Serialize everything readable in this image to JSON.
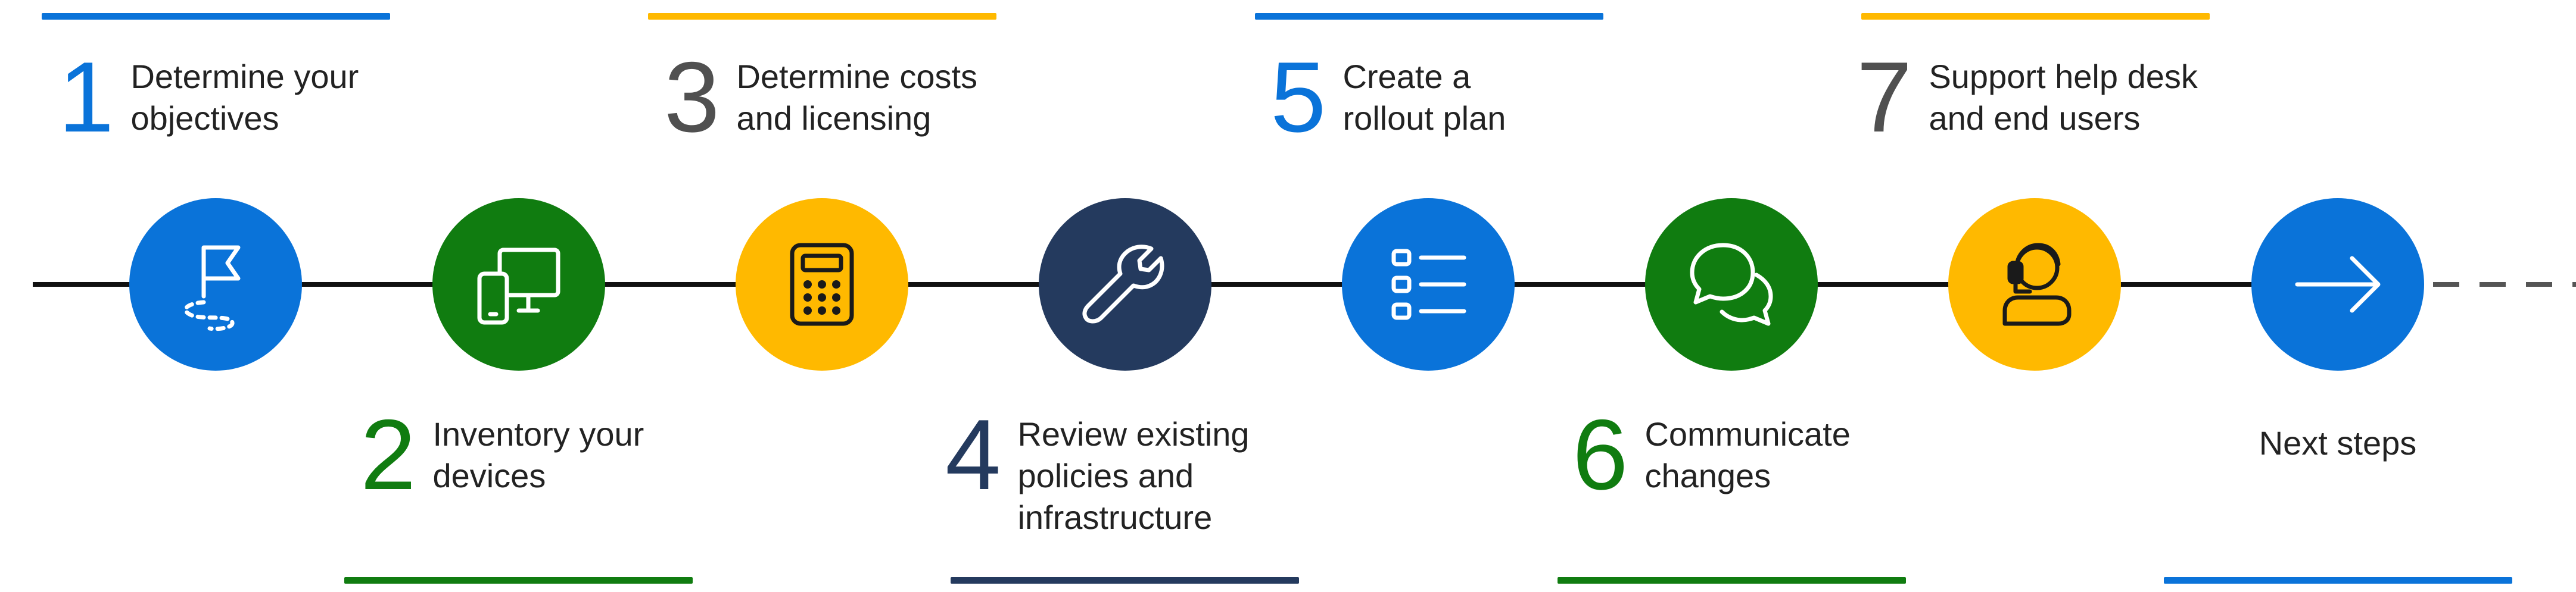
{
  "colors": {
    "blue": "#0A73D9",
    "green": "#107C10",
    "yellow": "#FFB900",
    "navy": "#243A5E",
    "dark_gray": "#505050",
    "line": "#111111"
  },
  "steps": [
    {
      "number": "1",
      "label": "Determine your\nobjectives",
      "color": "blue",
      "icon": "flag-path-icon"
    },
    {
      "number": "2",
      "label": "Inventory your\ndevices",
      "color": "green",
      "icon": "devices-icon"
    },
    {
      "number": "3",
      "label": "Determine costs\nand licensing",
      "color": "yellow",
      "icon": "calculator-icon"
    },
    {
      "number": "4",
      "label": "Review existing\npolicies and\ninfrastructure",
      "color": "navy",
      "icon": "wrench-icon"
    },
    {
      "number": "5",
      "label": "Create a\nrollout plan",
      "color": "blue",
      "icon": "checklist-icon"
    },
    {
      "number": "6",
      "label": "Communicate\nchanges",
      "color": "green",
      "icon": "chat-bubbles-icon"
    },
    {
      "number": "7",
      "label": "Support help desk\nand end users",
      "color": "yellow",
      "icon": "headset-person-icon"
    }
  ],
  "next": {
    "label": "Next steps",
    "color": "blue",
    "icon": "arrow-right-icon"
  }
}
